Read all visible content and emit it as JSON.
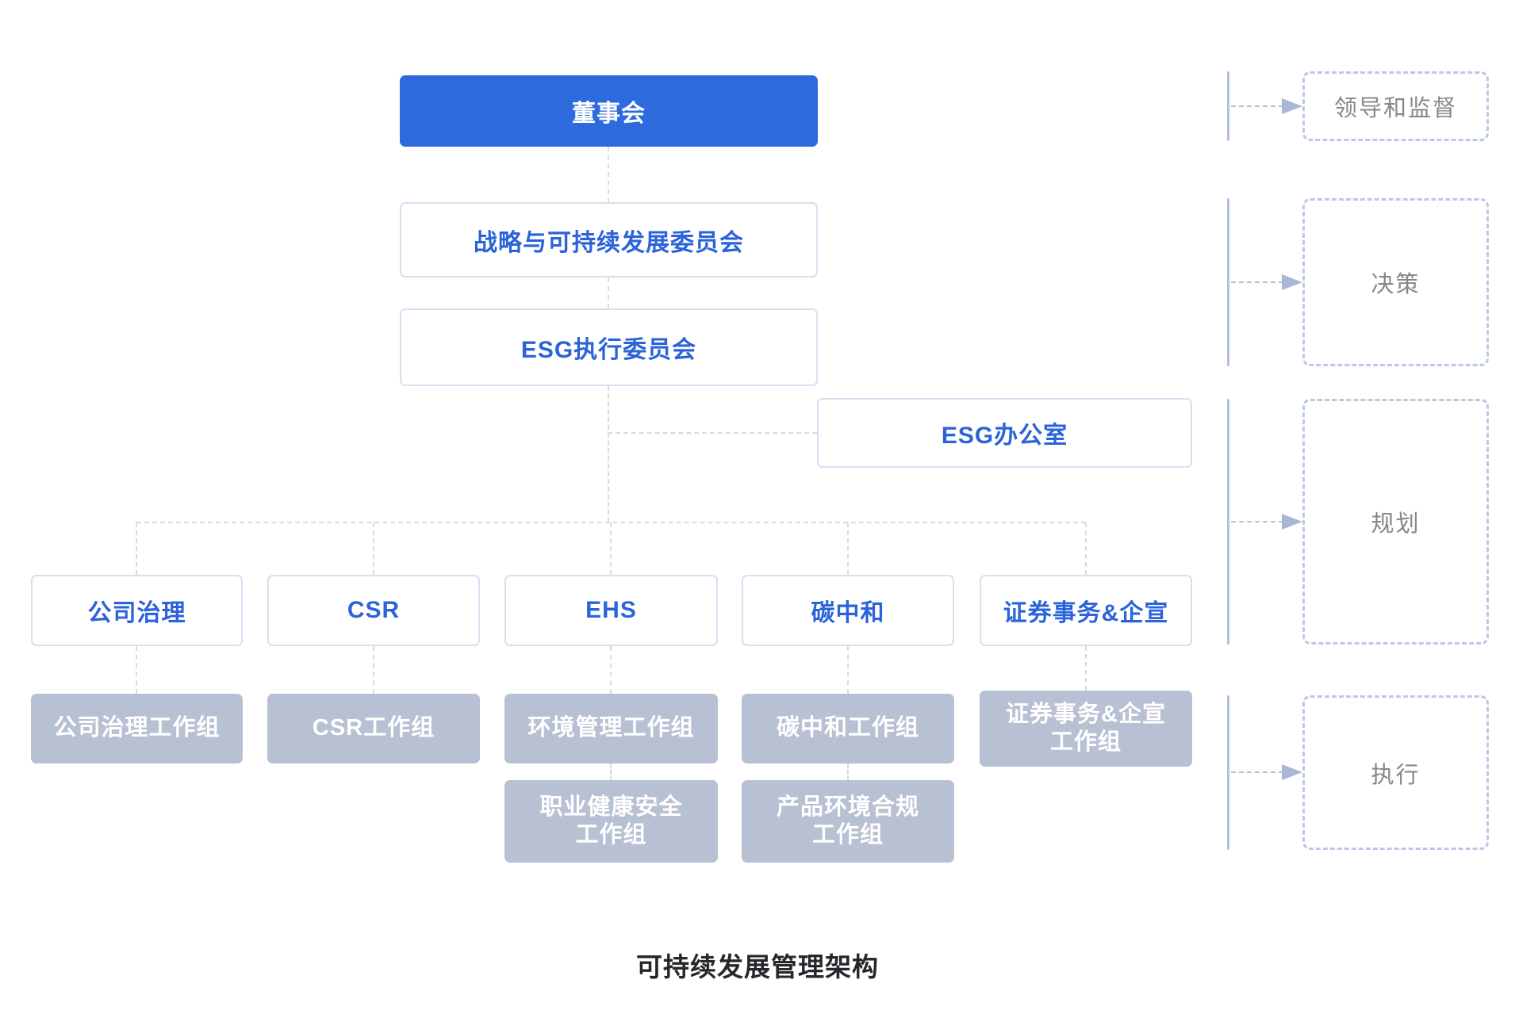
{
  "title": "可持续发展管理架构",
  "colors": {
    "primary_blue": "#2d6ade",
    "node_text_blue": "#2b63d9",
    "node_border": "#d7dff2",
    "gray_fill": "#b8c1d3",
    "tree_connector": "#d8dade",
    "stage_line": "#b3c0dc",
    "stage_border": "#b9c9e6",
    "stage_text": "#85878c",
    "title_color": "#25272b"
  },
  "org": {
    "board": {
      "label": "董事会"
    },
    "strategy_committee": {
      "label": "战略与可持续发展委员会"
    },
    "esg_exec_committee": {
      "label": "ESG执行委员会"
    },
    "esg_office": {
      "label": "ESG办公室"
    },
    "departments": [
      {
        "label": "公司治理"
      },
      {
        "label": "CSR"
      },
      {
        "label": "EHS"
      },
      {
        "label": "碳中和"
      },
      {
        "label": "证券事务&企宣"
      }
    ],
    "workgroups_row1": [
      {
        "label": "公司治理工作组"
      },
      {
        "label": "CSR工作组"
      },
      {
        "label": "环境管理工作组"
      },
      {
        "label": "碳中和工作组"
      },
      {
        "label": "证券事务&企宣\n工作组"
      }
    ],
    "workgroups_row2": [
      {
        "label": "职业健康安全\n工作组"
      },
      {
        "label": "产品环境合规\n工作组"
      }
    ]
  },
  "stages": [
    {
      "label": "领导和监督"
    },
    {
      "label": "决策"
    },
    {
      "label": "规划"
    },
    {
      "label": "执行"
    }
  ]
}
